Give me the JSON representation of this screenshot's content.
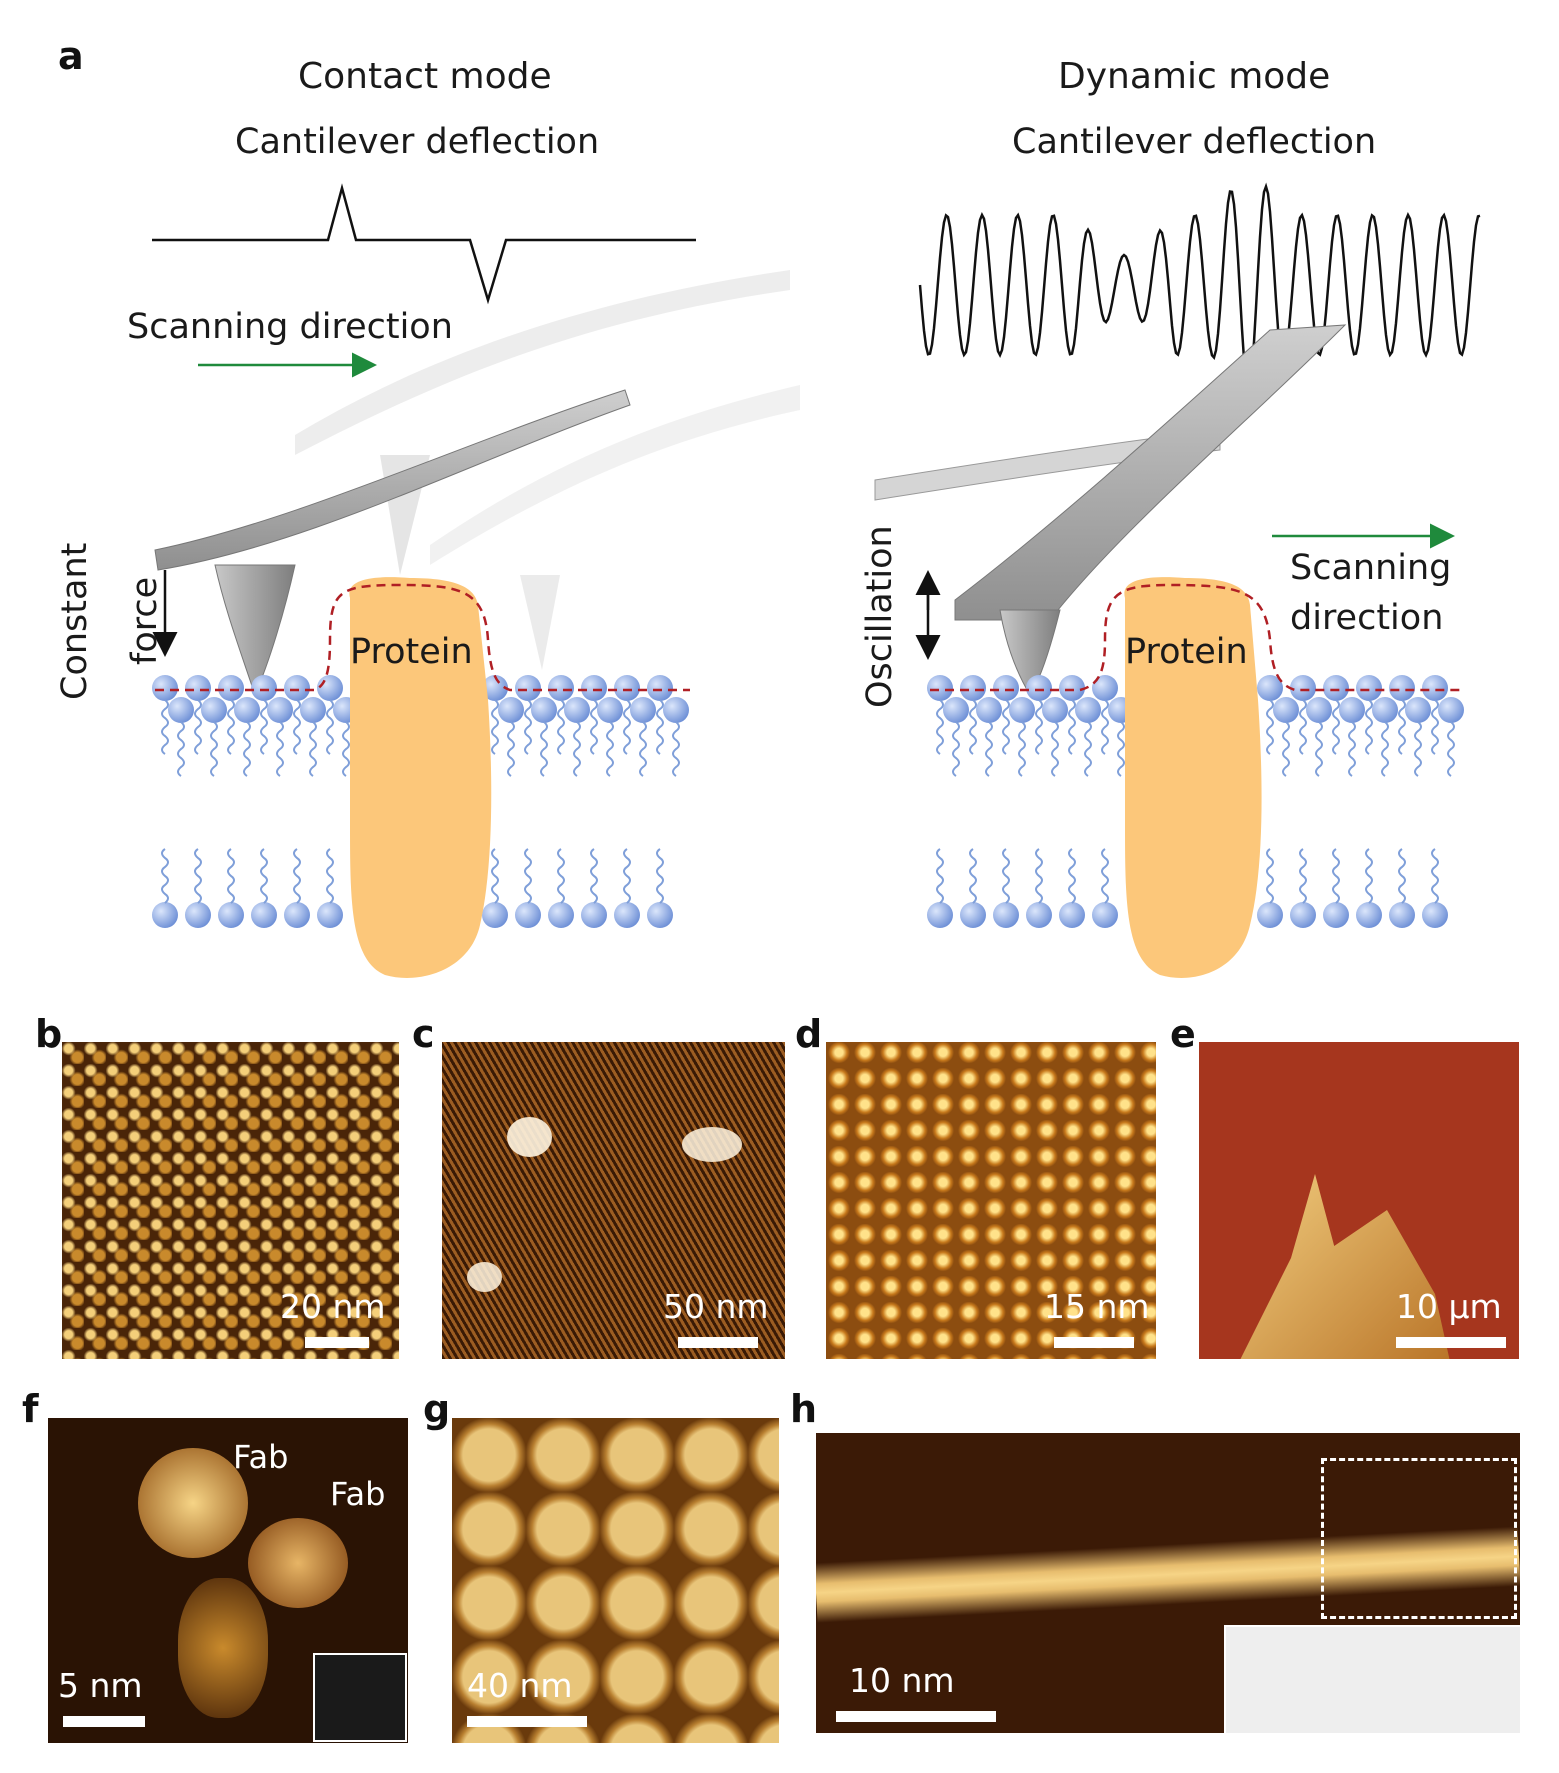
{
  "panel_a": {
    "letter": "a",
    "contact": {
      "title": "Contact mode",
      "deflection_label": "Cantilever deflection",
      "scan_label": "Scanning direction",
      "force_label_line1": "Constant",
      "force_label_line2": "force",
      "protein_label": "Protein"
    },
    "dynamic": {
      "title": "Dynamic mode",
      "deflection_label": "Cantilever deflection",
      "scan_label_line1": "Scanning",
      "scan_label_line2": "direction",
      "oscillation_label": "Oscillation",
      "protein_label": "Protein"
    }
  },
  "panels": {
    "b": {
      "letter": "b",
      "scale": "20 nm"
    },
    "c": {
      "letter": "c",
      "scale": "50 nm"
    },
    "d": {
      "letter": "d",
      "scale": "15 nm"
    },
    "e": {
      "letter": "e",
      "scale": "10 μm"
    },
    "f": {
      "letter": "f",
      "scale": "5 nm",
      "fab1": "Fab",
      "fab2": "Fab"
    },
    "g": {
      "letter": "g",
      "scale": "40 nm"
    },
    "h": {
      "letter": "h",
      "scale": "10 nm"
    }
  },
  "colors": {
    "lipid": "#7f9fd9",
    "protein": "#fcc77a",
    "scan_arrow": "#1f8a3c",
    "dashed_trace": "#b01f24",
    "afm_dark": "#3a1a05",
    "afm_mid": "#b26a1e",
    "afm_light": "#f6d486",
    "arrow_blue": "#2f7fc9",
    "arrow_red": "#d62a2a"
  }
}
